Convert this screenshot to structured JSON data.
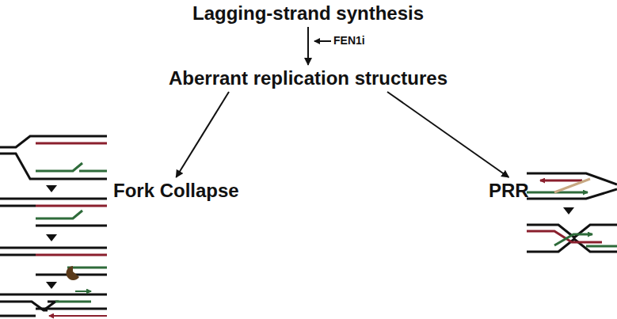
{
  "diagram": {
    "nodes": [
      {
        "text": [
          "Lagging-strand synthesis"
        ]
      },
      {
        "text": [
          "Aberrant replication structures"
        ]
      },
      {
        "text": [
          "Fork Collapse"
        ]
      },
      {
        "text": [
          "PRR"
        ]
      }
    ],
    "edges": [
      {
        "from": 0,
        "to": 1,
        "arrow": "to"
      },
      {
        "from": 1,
        "to": 2,
        "arrow": "to"
      },
      {
        "from": 1,
        "to": 3,
        "arrow": "to"
      }
    ],
    "labels": [
      "FEN1i"
    ]
  }
}
